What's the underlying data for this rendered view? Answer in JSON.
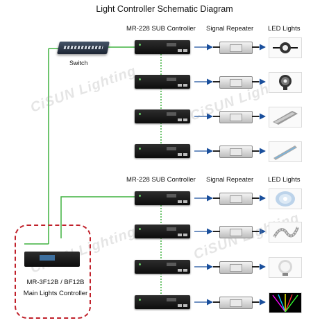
{
  "title": "Light Controller Schematic Diagram",
  "group1": {
    "controller_header": "MR-228 SUB Controller",
    "repeater_header": "Signal Repeater",
    "lights_header": "LED Lights"
  },
  "group2": {
    "controller_header": "MR-228 SUB Controller",
    "repeater_header": "Signal Repeater",
    "lights_header": "LED Lights"
  },
  "switch_label": "Switch",
  "main_controller": {
    "line1": "MR-3F12B / BF12B",
    "line2": "Main Lights Controller"
  },
  "watermark": "CiSUN Lighting",
  "light_icons": [
    "spot-light-icon",
    "flood-light-icon",
    "wall-washer-icon",
    "linear-bar-light-icon",
    "underwater-light-icon",
    "led-strip-icon",
    "bulb-light-icon",
    "fiber-optic-light-icon"
  ],
  "colors": {
    "ethernet_line": "#3fb23f",
    "arrow": "#1a4f9c",
    "highlight_border": "#c0202a"
  }
}
